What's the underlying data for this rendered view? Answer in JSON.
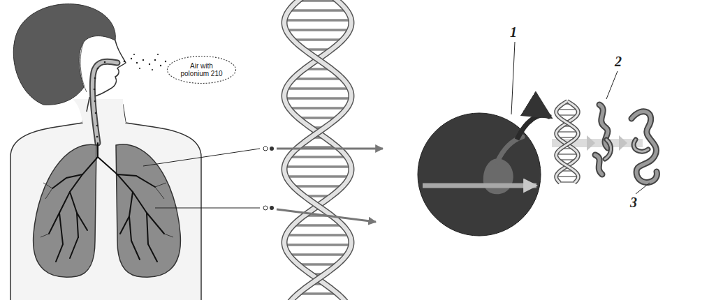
{
  "diagram": {
    "nodes": [
      {
        "text": [
          "Air with polonium 210"
        ]
      }
    ],
    "labels": [
      "1",
      "2",
      "3"
    ]
  }
}
